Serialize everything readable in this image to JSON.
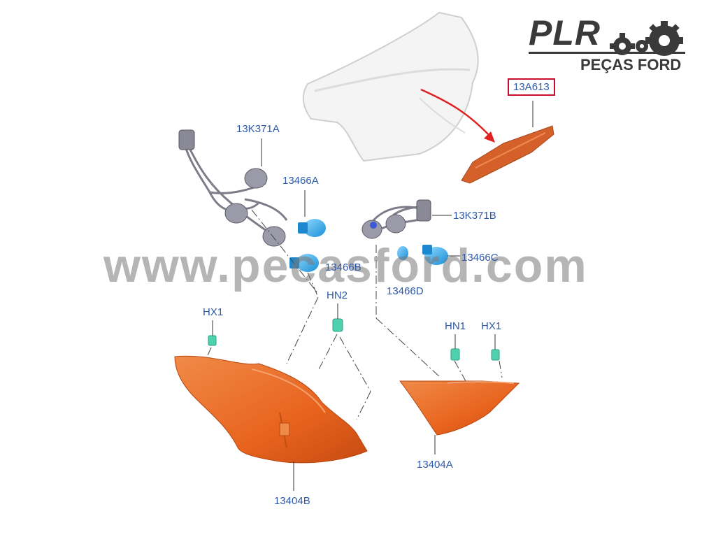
{
  "logo": {
    "brand": "PLR",
    "tagline": "PEÇAS FORD"
  },
  "watermark": "www.pecasford.com",
  "parts": {
    "13A613": "13A613",
    "13K371A": "13K371A",
    "13466A": "13466A",
    "13K371B": "13K371B",
    "13466B": "13466B",
    "13466C": "13466C",
    "13466D": "13466D",
    "HN2": "HN2",
    "HX1_left": "HX1",
    "HN1": "HN1",
    "HX1_right": "HX1",
    "13404A": "13404A",
    "13404B": "13404B"
  },
  "colors": {
    "label": "#2f5aa8",
    "highlight": "#c8102e",
    "lamp": "#e8641e",
    "bulb": "#2aa6e6",
    "clip": "#4fd1b0"
  }
}
